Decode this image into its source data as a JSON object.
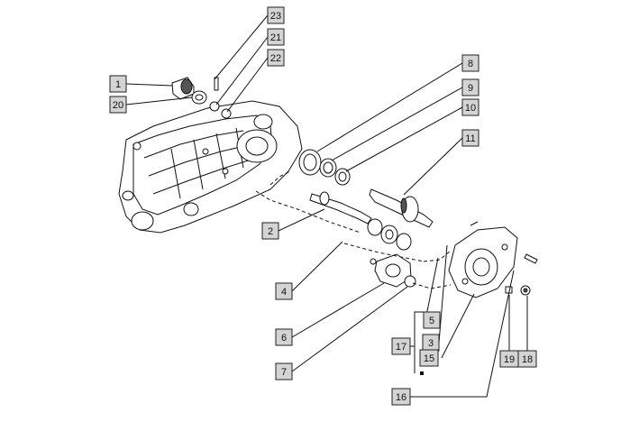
{
  "callouts": [
    "23",
    "21",
    "22",
    "1",
    "20",
    "8",
    "9",
    "10",
    "11",
    "2",
    "4",
    "6",
    "7",
    "5",
    "3",
    "15",
    "17",
    "16",
    "19",
    "18"
  ]
}
